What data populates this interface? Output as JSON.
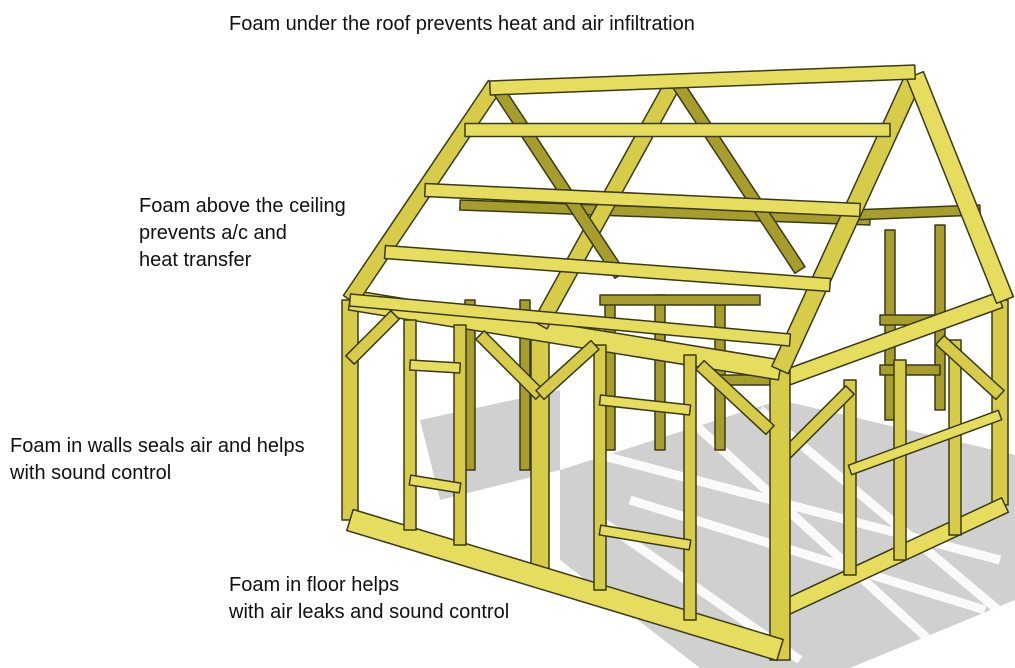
{
  "annotations": {
    "roof": [
      "Foam under the roof prevents heat and air infiltration"
    ],
    "ceiling": [
      "Foam above the ceiling",
      "prevents a/c and",
      "heat transfer"
    ],
    "walls": [
      "Foam in walls seals air and helps",
      "with sound control"
    ],
    "floor": [
      "Foam in floor helps",
      "with air leaks and sound control"
    ]
  },
  "illustration": {
    "subject": "timber-frame-shed",
    "colors": {
      "wood": "#d6cc4a",
      "wood_light": "#e6dc5e",
      "wood_dark": "#a79d2c",
      "edge": "#3a3a18",
      "shadow": "#c3c3c3"
    }
  }
}
